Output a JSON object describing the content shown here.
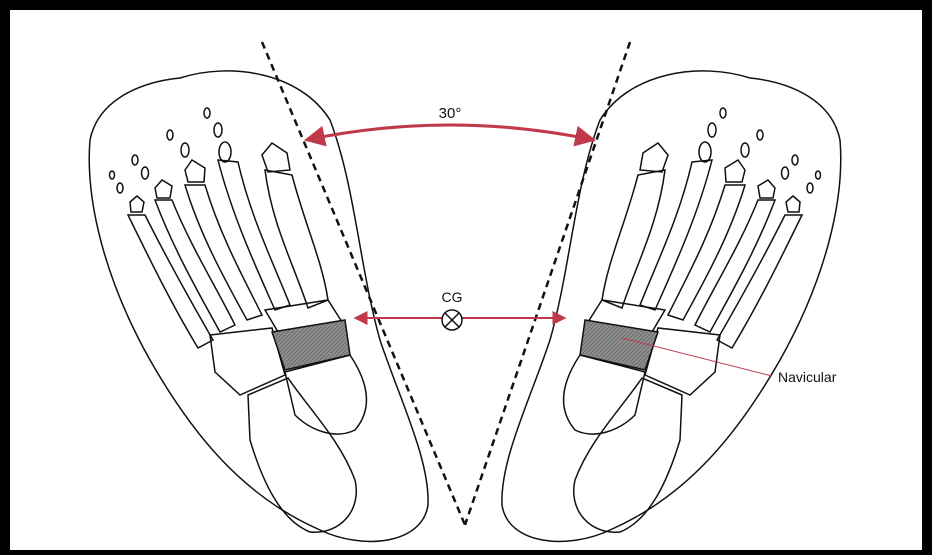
{
  "diagram": {
    "angle_label": "30°",
    "center_label": "CG",
    "bone_label": "Navicular"
  },
  "colors": {
    "arrow": "#c0394b",
    "navicular_fill": "#8f8f8f",
    "line": "#111111",
    "frame": "#000000"
  }
}
